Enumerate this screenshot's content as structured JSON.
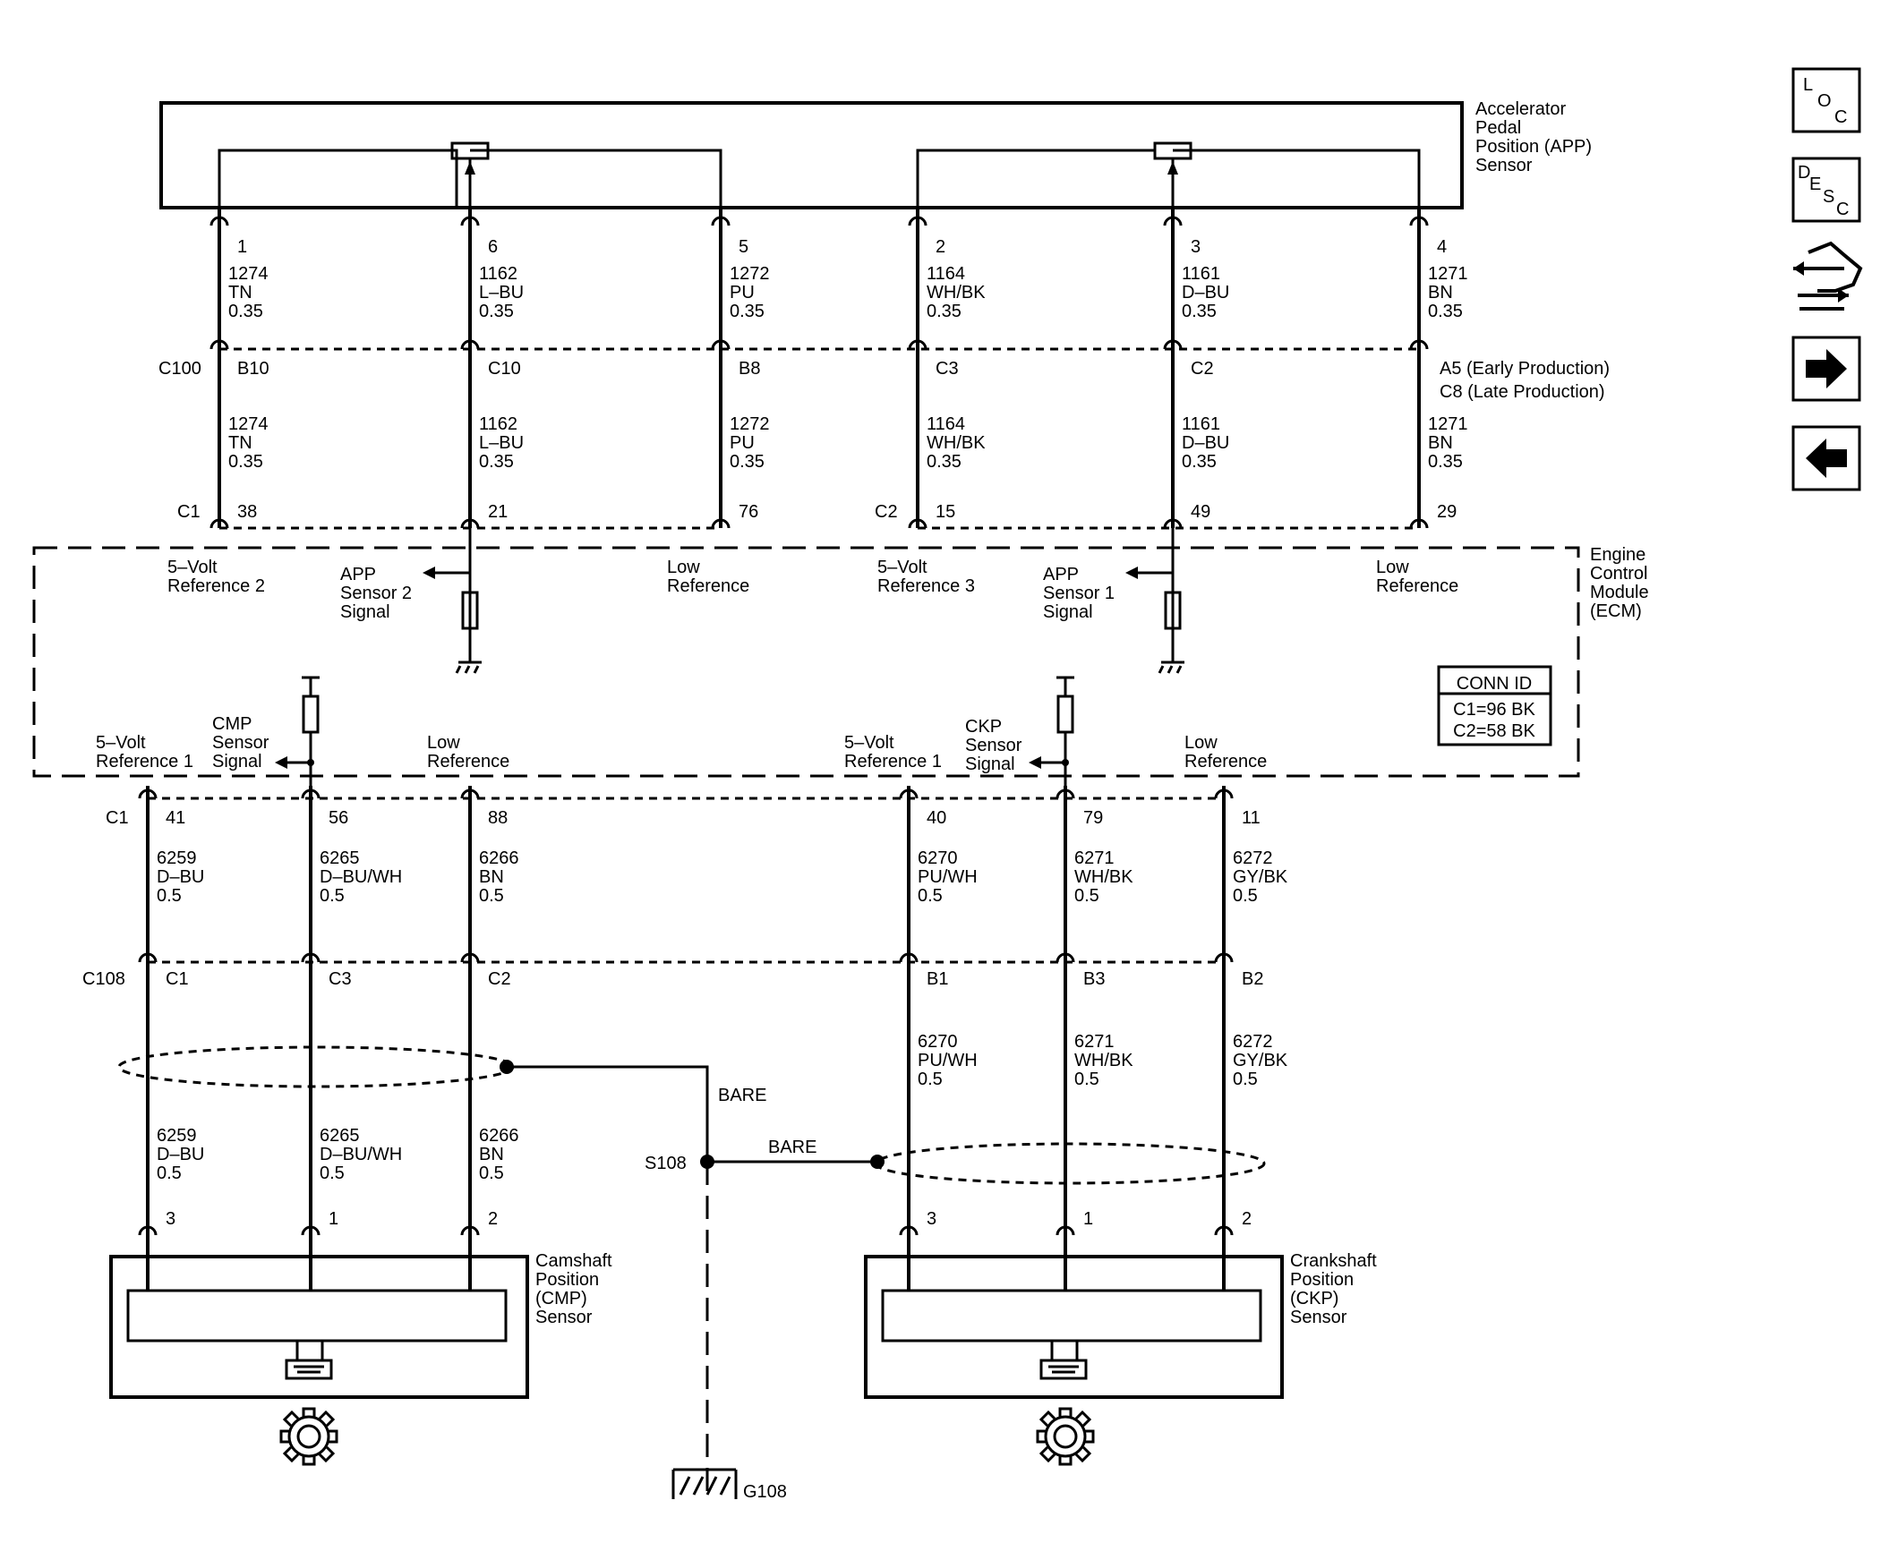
{
  "app": {
    "name": "Accelerator Pedal Position (APP)",
    "name2": "Sensor",
    "lines": [
      "Accelerator",
      "Pedal",
      "Position (APP)",
      "Sensor"
    ],
    "pins": [
      {
        "pin": "1",
        "circuit": "1274",
        "color": "TN",
        "gauge": "0.35",
        "c100": "B10",
        "ecm": "38"
      },
      {
        "pin": "6",
        "circuit": "1162",
        "color": "L–BU",
        "gauge": "0.35",
        "c100": "C10",
        "ecm": "21"
      },
      {
        "pin": "5",
        "circuit": "1272",
        "color": "PU",
        "gauge": "0.35",
        "c100": "B8",
        "ecm": "76"
      },
      {
        "pin": "2",
        "circuit": "1164",
        "color": "WH/BK",
        "gauge": "0.35",
        "c100": "C3",
        "ecm": "15"
      },
      {
        "pin": "3",
        "circuit": "1161",
        "color": "D–BU",
        "gauge": "0.35",
        "c100": "C2",
        "ecm": "49"
      },
      {
        "pin": "4",
        "circuit": "1271",
        "color": "BN",
        "gauge": "0.35",
        "c100": "A5 (Early Production)",
        "c100b": "C8 (Late Production)",
        "ecm": "29"
      }
    ]
  },
  "connectors": {
    "c100": "C100",
    "ecm_c1": "C1",
    "ecm_c2": "C2",
    "c108": "C108",
    "lower_c1": "C1"
  },
  "ecm": {
    "lines": [
      "Engine",
      "Control",
      "Module",
      "(ECM)"
    ],
    "labels_top": [
      [
        "5–Volt",
        "Reference 2"
      ],
      [
        "APP",
        "Sensor 2",
        "Signal"
      ],
      [
        "Low",
        "Reference"
      ],
      [
        "5–Volt",
        "Reference 3"
      ],
      [
        "APP",
        "Sensor 1",
        "Signal"
      ],
      [
        "Low",
        "Reference"
      ]
    ],
    "labels_bottom": [
      [
        "5–Volt",
        "Reference 1"
      ],
      [
        "CMP",
        "Sensor",
        "Signal"
      ],
      [
        "Low",
        "Reference"
      ],
      [
        "5–Volt",
        "Reference 1"
      ],
      [
        "CKP",
        "Sensor",
        "Signal"
      ],
      [
        "Low",
        "Reference"
      ]
    ],
    "conn_id_title": "CONN ID",
    "conn_id_lines": [
      "C1=96 BK",
      "C2=58 BK"
    ]
  },
  "lower": {
    "wires": [
      {
        "ecm": "41",
        "circuit": "6259",
        "color": "D–BU",
        "gauge": "0.5",
        "c108": "C1",
        "sensor_pin": "3"
      },
      {
        "ecm": "56",
        "circuit": "6265",
        "color": "D–BU/WH",
        "gauge": "0.5",
        "c108": "C3",
        "sensor_pin": "1"
      },
      {
        "ecm": "88",
        "circuit": "6266",
        "color": "BN",
        "gauge": "0.5",
        "c108": "C2",
        "sensor_pin": "2"
      },
      {
        "ecm": "40",
        "circuit": "6270",
        "color": "PU/WH",
        "gauge": "0.5",
        "c108": "B1",
        "sensor_pin": "3"
      },
      {
        "ecm": "79",
        "circuit": "6271",
        "color": "WH/BK",
        "gauge": "0.5",
        "c108": "B3",
        "sensor_pin": "1"
      },
      {
        "ecm": "11",
        "circuit": "6272",
        "color": "GY/BK",
        "gauge": "0.5",
        "c108": "B2",
        "sensor_pin": "2"
      }
    ],
    "bare": "BARE",
    "splice": "S108",
    "ground": "G108",
    "cmp_lines": [
      "Camshaft",
      "Position",
      "(CMP)",
      "Sensor"
    ],
    "ckp_lines": [
      "Crankshaft",
      "Position",
      "(CKP)",
      "Sensor"
    ]
  },
  "sidebar": {
    "loc": [
      "L",
      "O",
      "C"
    ],
    "desc": [
      "D",
      "E",
      "S",
      "C"
    ],
    "icons": [
      "connector-swap-icon",
      "arrow-right-icon",
      "arrow-left-icon"
    ]
  }
}
